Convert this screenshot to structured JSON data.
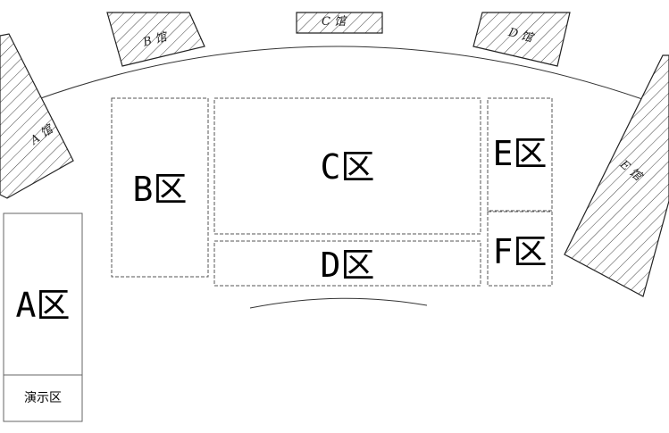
{
  "zones": {
    "a": "A区",
    "b": "B区",
    "c": "C区",
    "d": "D区",
    "e": "E区",
    "f": "F区",
    "demo": "演示区"
  },
  "halls": {
    "a": "A 馆",
    "b": "B 馆",
    "c": "C 馆",
    "d": "D 馆",
    "e": "E 馆"
  }
}
